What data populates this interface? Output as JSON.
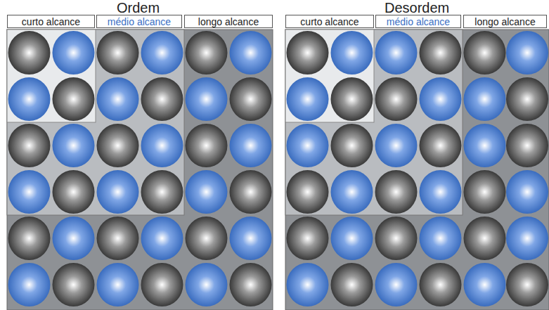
{
  "diagram": {
    "nodes": [
      {
        "text": [
          "curto alcance"
        ]
      },
      {
        "text": [
          "médio alcance"
        ]
      },
      {
        "text": [
          "longo alcance"
        ]
      },
      {
        "text": [
          "curto alcance"
        ]
      },
      {
        "text": [
          "médio alcance"
        ]
      },
      {
        "text": [
          "longo alcance"
        ]
      }
    ],
    "labels": [
      "Ordem",
      "Desordem"
    ]
  }
}
